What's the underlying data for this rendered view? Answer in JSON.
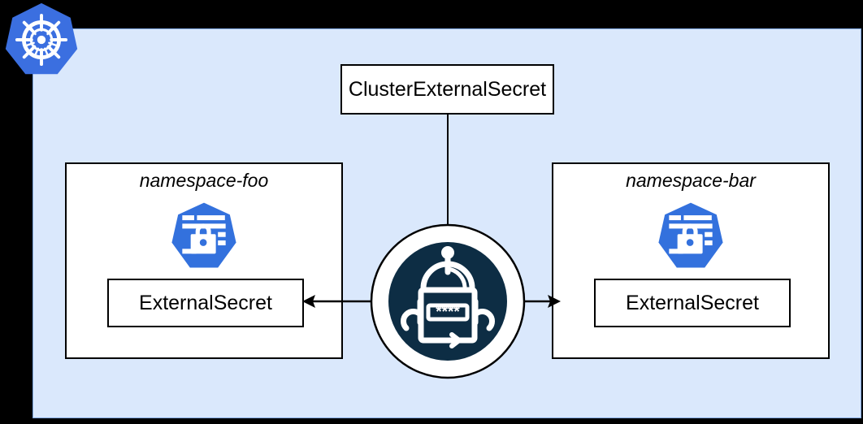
{
  "diagram": {
    "type": "kubernetes-architecture-diagram",
    "background_color": "#000000",
    "cluster": {
      "name": "cluster-region",
      "fill_color": "#dae8fc",
      "stroke_color": "#7ea6e0"
    },
    "logos": {
      "kubernetes": {
        "name": "kubernetes-logo",
        "color": "#326ce5"
      },
      "external_secrets_operator": {
        "name": "external-secrets-operator-logo",
        "ring_color": "#ffffff",
        "fill_color": "#0d2d44",
        "outline_color": "#000000"
      },
      "kubernetes_secret": {
        "name": "kubernetes-secret-icon",
        "color": "#326ce5"
      }
    },
    "nodes": {
      "cluster_external_secret": {
        "label": "ClusterExternalSecret"
      },
      "namespaces": [
        {
          "title": "namespace-foo",
          "resource_label": "ExternalSecret"
        },
        {
          "title": "namespace-bar",
          "resource_label": "ExternalSecret"
        }
      ]
    },
    "edges": [
      {
        "name": "cluster-external-secret-to-operator",
        "from": "ClusterExternalSecret",
        "to": "external-secrets-operator",
        "style": "line",
        "direction": "none"
      },
      {
        "name": "operator-to-namespace-foo-external-secret",
        "from": "external-secrets-operator",
        "to": "ExternalSecret",
        "style": "arrow",
        "direction": "left"
      },
      {
        "name": "operator-to-namespace-bar-external-secret",
        "from": "external-secrets-operator",
        "to": "ExternalSecret",
        "style": "arrow",
        "direction": "right"
      }
    ],
    "operator_badge": {
      "password_mask": "****"
    }
  }
}
